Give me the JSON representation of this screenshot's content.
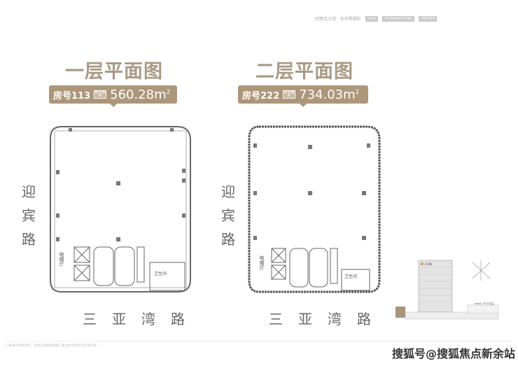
{
  "header": {
    "slogan": "同策金沙湾 · 共世界精彩",
    "tags": [
      "ZUIN",
      "INTERNATIONAL",
      "CENTER"
    ]
  },
  "floors": [
    {
      "title": "一层平面图",
      "room_label": "房号113",
      "area_icon": "建筑面积",
      "area": "560.28m",
      "area_sup": "2",
      "rooms": [
        "电梯厅",
        "卫生间"
      ]
    },
    {
      "title": "二层平面图",
      "room_label": "房号222",
      "area_icon": "建筑面积",
      "area": "734.03m",
      "area_sup": "2",
      "rooms": [
        "电梯厅",
        "卫生间"
      ]
    }
  ],
  "roads": {
    "west": [
      "迎",
      "宾",
      "路"
    ],
    "south": "三亚湾路"
  },
  "site": {
    "logo": "ZUIN",
    "legend": "所在楼层"
  },
  "disclaimer": "1.本资料仅供参考，具体以政府相关部门批准文件及买卖合同为准……",
  "watermark": "搜狐号@搜狐焦点新余站",
  "colors": {
    "accent": "#ac977a",
    "title": "#a89a84"
  }
}
